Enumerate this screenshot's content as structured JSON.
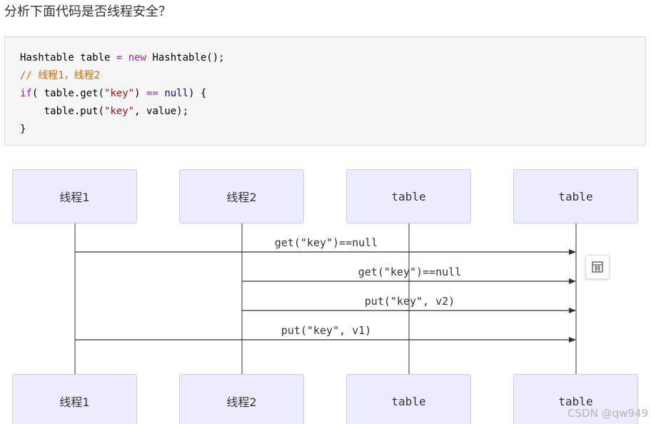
{
  "question": "分析下面代码是否线程安全？",
  "code": {
    "line1": {
      "t1": "Hashtable table ",
      "op": "=",
      "kw": " new",
      "t2": " Hashtable();"
    },
    "line2": {
      "comment": "// 线程1，线程2"
    },
    "line3": {
      "kw": "if",
      "t1": "( table.get(",
      "str": "\"key\"",
      "t2": ") ",
      "op": "==",
      "nl": " null",
      "t3": ") {"
    },
    "line4": {
      "t1": "    table.put(",
      "str": "\"key\"",
      "t2": ", value);"
    },
    "line5": {
      "t1": "}"
    }
  },
  "diagram": {
    "actors": [
      "线程1",
      "线程2",
      "table",
      "table"
    ],
    "messages": [
      {
        "from": 0,
        "to": 3,
        "label": "get(\"key\")==null"
      },
      {
        "from": 1,
        "to": 3,
        "label": "get(\"key\")==null"
      },
      {
        "from": 1,
        "to": 3,
        "label": "put(\"key\", v2)"
      },
      {
        "from": 0,
        "to": 3,
        "label": "put(\"key\", v1)"
      }
    ]
  },
  "copy_button_icon": "copy-code-icon",
  "watermark": "CSDN @qw949",
  "colors": {
    "actor_fill": "#ececff",
    "actor_border": "#c9c9f2",
    "line": "#333333",
    "code_bg": "#f6f6f6"
  }
}
